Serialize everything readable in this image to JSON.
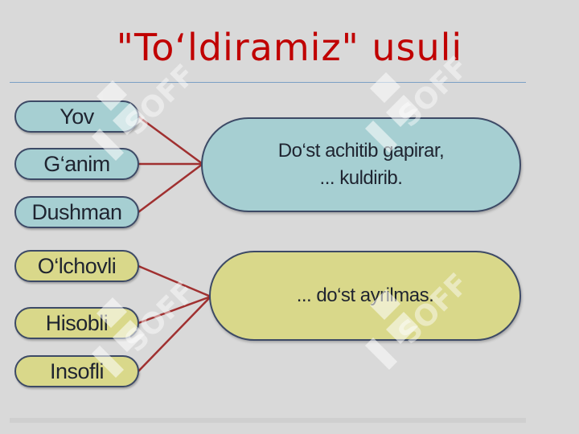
{
  "title": "\"To‘ldiramiz\" usuli",
  "groups": [
    {
      "items": [
        "Yov",
        "G‘anim",
        "Dushman"
      ],
      "sentence_line1": "Do‘st achitib gapirar,",
      "sentence_line2": "... kuldirib."
    },
    {
      "items": [
        "O‘lchovli",
        "Hisobli",
        "Insofli"
      ],
      "sentence_line1": "...  do‘st ayrilmas.",
      "sentence_line2": ""
    }
  ],
  "watermark": "SOFF",
  "colors": {
    "title": "#c00000",
    "teal": "#a6cfd2",
    "olive": "#d9d88a",
    "connector": "#a03030",
    "border": "#3d4a66"
  }
}
